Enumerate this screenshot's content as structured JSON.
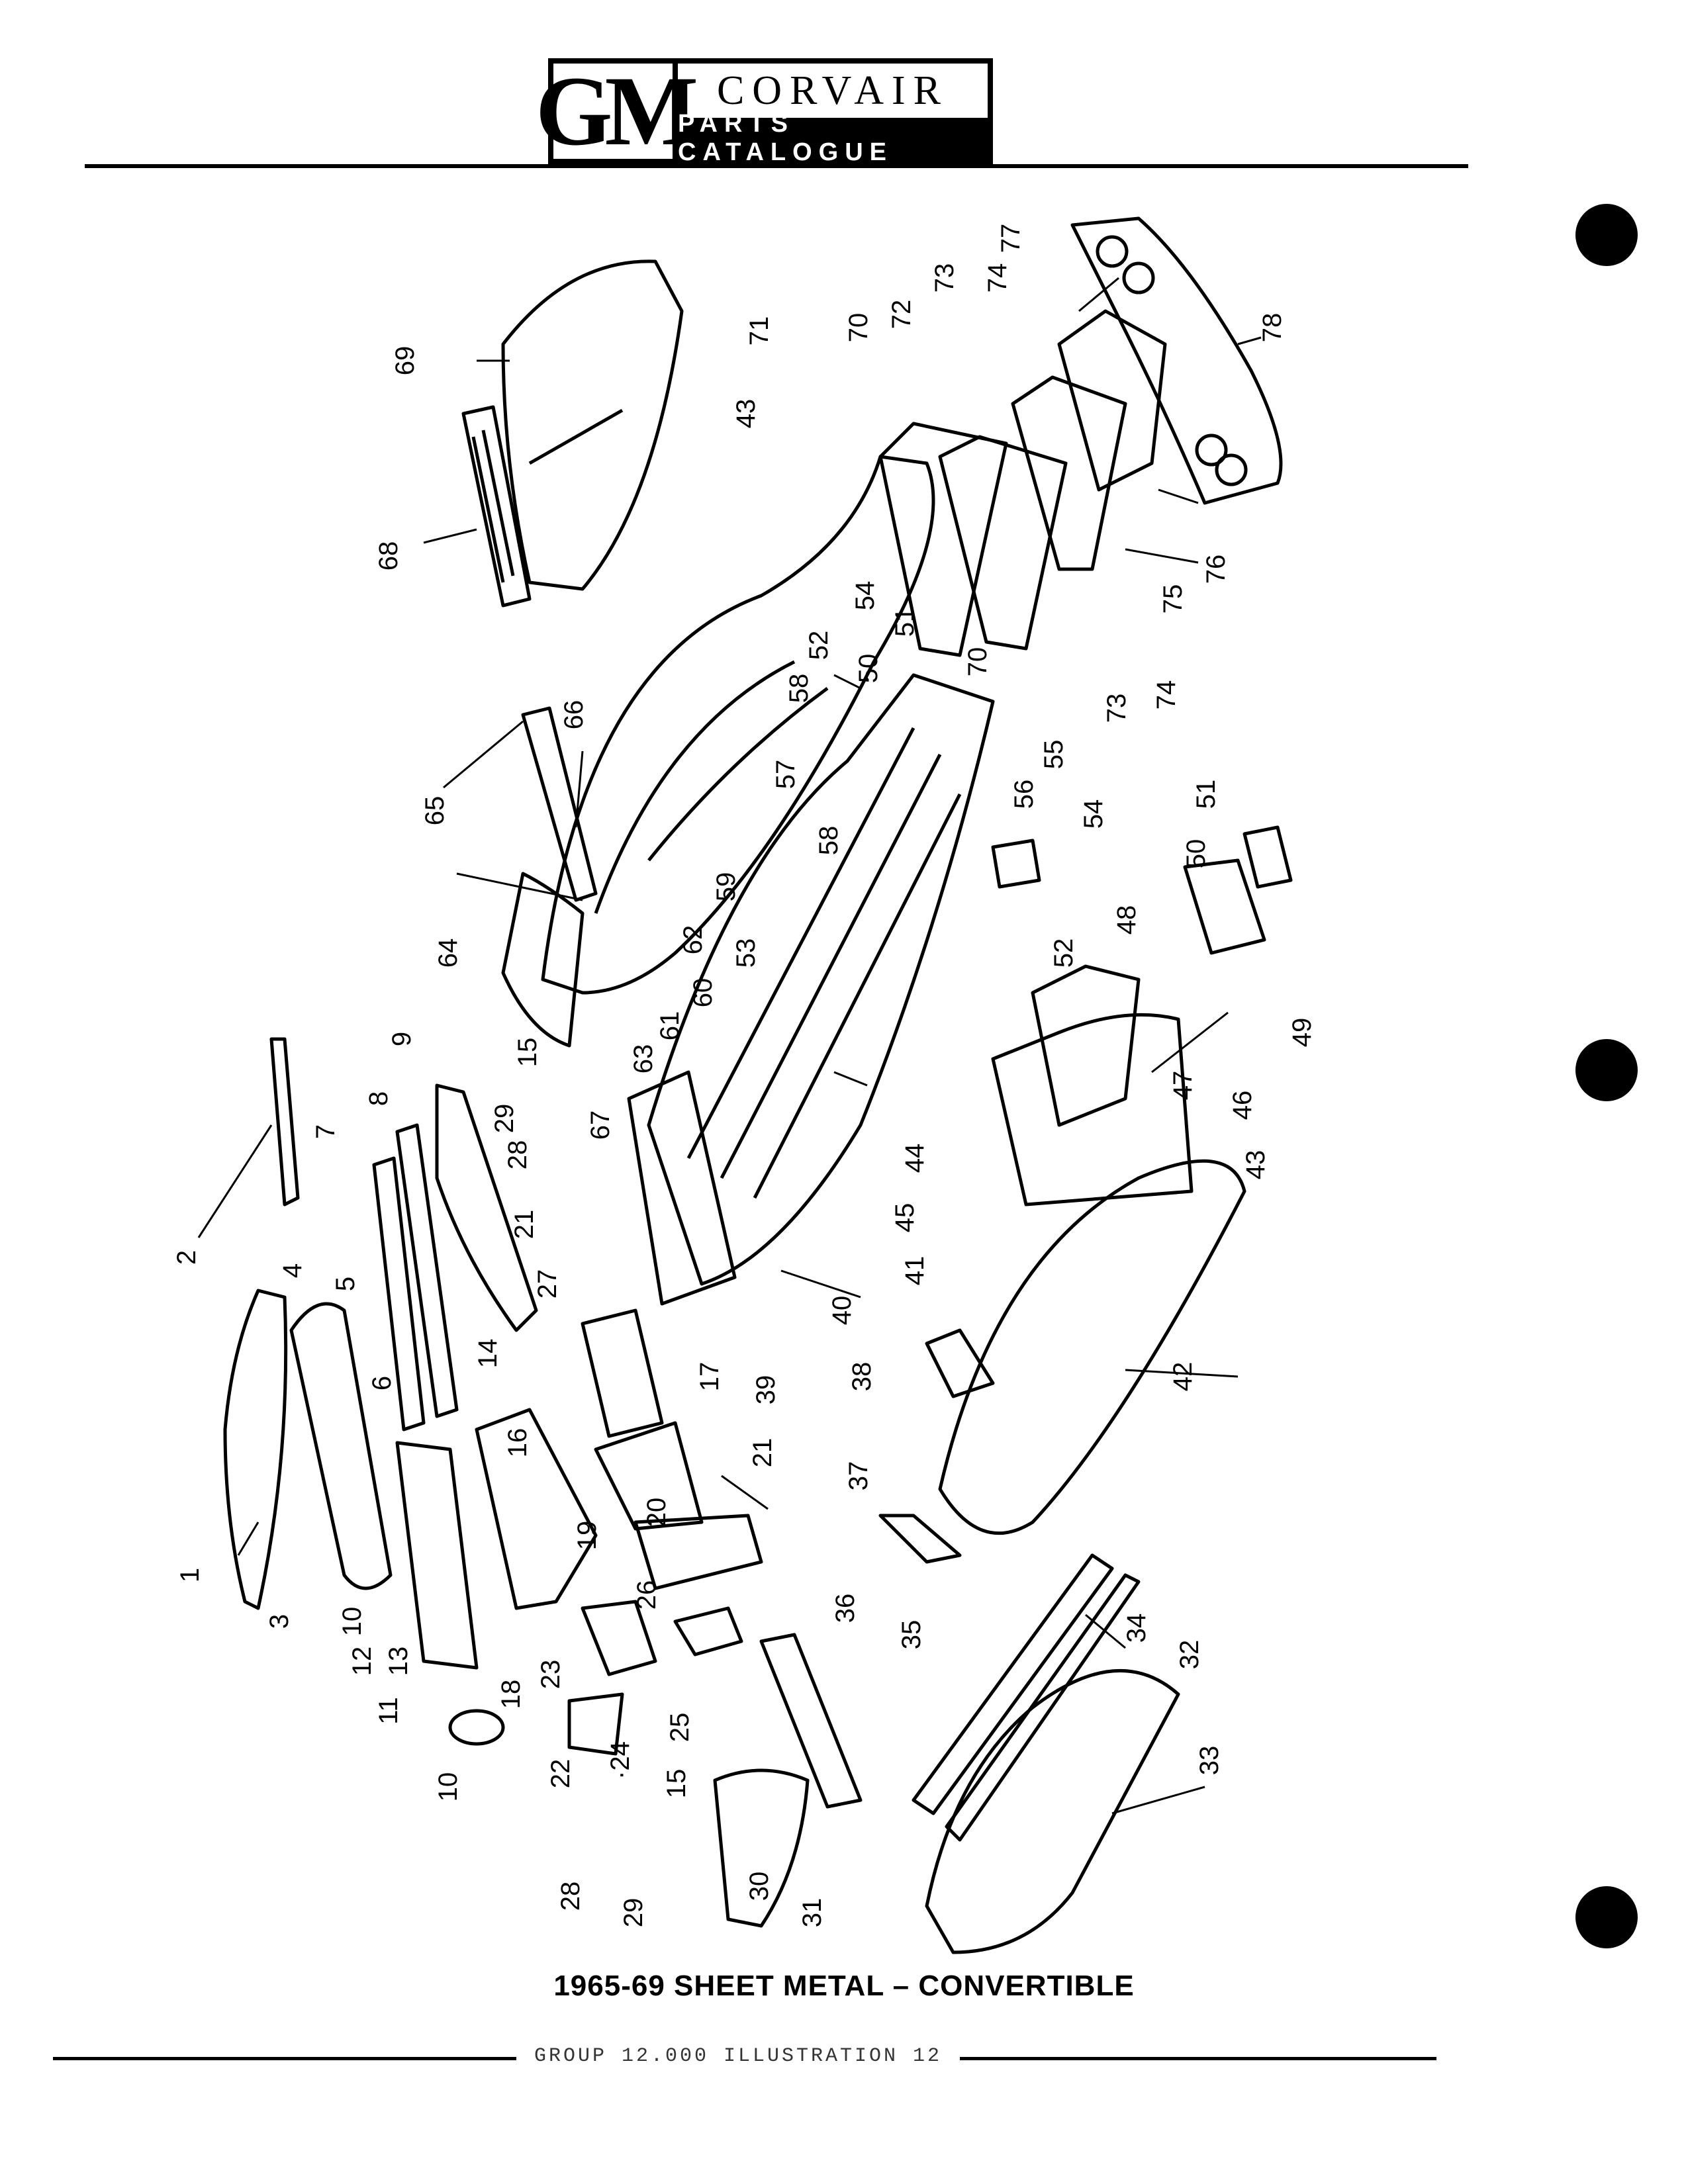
{
  "header": {
    "logo_text": "GM",
    "brand": "CORVAIR",
    "subtitle": "PARTS CATALOGUE"
  },
  "caption": "1965-69 SHEET METAL – CONVERTIBLE",
  "footer": "GROUP 12.000 ILLUSTRATION 12",
  "parts_callouts": [
    "1",
    "2",
    "3",
    "4",
    "5",
    "6",
    "7",
    "8",
    "9",
    "10",
    "10",
    "11",
    "12",
    "13",
    "14",
    "15",
    "15",
    "16",
    "17",
    "18",
    "19",
    "20",
    "21",
    "21",
    "22",
    "23",
    "24",
    "25",
    "26",
    "27",
    "28",
    "28",
    "29",
    "29",
    "30",
    "31",
    "32",
    "33",
    "34",
    "35",
    "36",
    "37",
    "38",
    "39",
    "40",
    "41",
    "42",
    "43",
    "43",
    "44",
    "45",
    "46",
    "47",
    "48",
    "49",
    "50",
    "50",
    "51",
    "51",
    "52",
    "52",
    "53",
    "54",
    "54",
    "55",
    "56",
    "57",
    "58",
    "58",
    "59",
    "60",
    "61",
    "62",
    "63",
    "64",
    "65",
    "66",
    "67",
    "68",
    "69",
    "70",
    "70",
    "71",
    "72",
    "73",
    "73",
    "74",
    "74",
    "75",
    "76",
    "77",
    "78"
  ]
}
